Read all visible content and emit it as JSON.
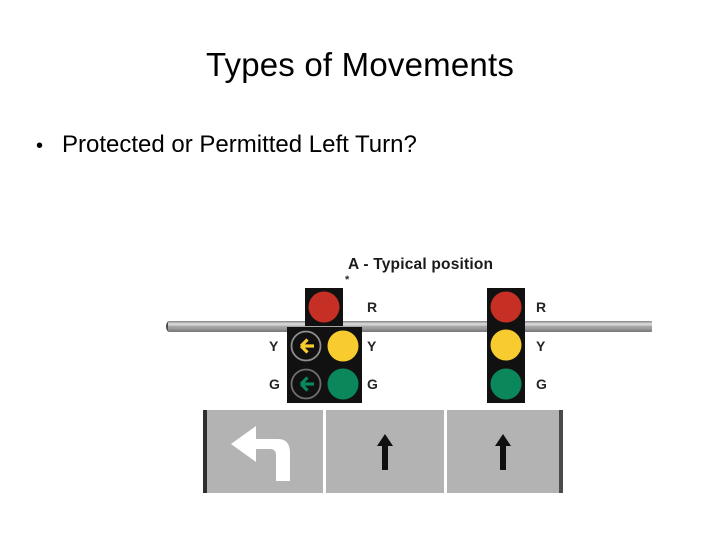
{
  "slide": {
    "title": "Types of Movements",
    "bullet_marker": "•",
    "bullet_text": "Protected or Permitted Left Turn?"
  },
  "figure": {
    "caption": "A - Typical position",
    "caption_asterisk": "*",
    "signal_groups": [
      {
        "name": "left-signal-group",
        "description": "Protected/permitted left-turn signal group on mast arm",
        "sections": [
          {
            "label": "R",
            "color_name": "red",
            "lens_type": "ball",
            "color": "#C62F23"
          },
          {
            "label": "Y",
            "color_name": "yellow",
            "lens_type": "arrow",
            "color": "#F8CB2E"
          },
          {
            "label": "G",
            "color_name": "green",
            "lens_type": "arrow",
            "color": "#0B875C"
          },
          {
            "label": "Y",
            "color_name": "yellow",
            "lens_type": "ball",
            "color": "#F8CB2E"
          },
          {
            "label": "G",
            "color_name": "green",
            "lens_type": "ball",
            "color": "#0B875C"
          }
        ]
      },
      {
        "name": "right-signal-group",
        "description": "Standard three-section through signal head",
        "sections": [
          {
            "label": "R",
            "color_name": "red",
            "lens_type": "ball",
            "color": "#C62F23"
          },
          {
            "label": "Y",
            "color_name": "yellow",
            "lens_type": "ball",
            "color": "#F8CB2E"
          },
          {
            "label": "G",
            "color_name": "green",
            "lens_type": "ball",
            "color": "#0B875C"
          }
        ]
      }
    ],
    "labels": {
      "red": "R",
      "yellow": "Y",
      "green": "G"
    },
    "lanes": [
      {
        "name": "left-turn-lane",
        "marking": "left-turn-arrow",
        "marking_color": "#FFFFFF"
      },
      {
        "name": "through-lane-1",
        "marking": "through-arrow",
        "marking_color": "#101010"
      },
      {
        "name": "through-lane-2",
        "marking": "through-arrow",
        "marking_color": "#101010"
      }
    ],
    "mast_arm": {
      "name": "mast-arm",
      "color": "#A9A9A9"
    }
  },
  "colors": {
    "signal_red": "#C62F23",
    "signal_yellow": "#F8CB2E",
    "signal_green": "#0B875C",
    "housing": "#111111",
    "pavement": "#B3B3B3",
    "background": "#FFFFFF"
  }
}
